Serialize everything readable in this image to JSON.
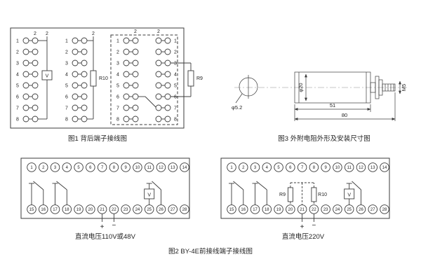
{
  "page": {
    "bg": "#ffffff",
    "ink": "#3b3b3b"
  },
  "fig1": {
    "caption": "图1  背后端子接线图",
    "terminal_numbers": [
      "1",
      "2",
      "3",
      "4",
      "5",
      "6",
      "7",
      "8"
    ],
    "wire_label": "2",
    "voltmeter_label": "V",
    "r10_label": "R10",
    "r9_label": "R9"
  },
  "fig3": {
    "caption": "图3  外附电阻外形及安装尺寸图",
    "hole_diameter": "φ5.2",
    "body_diameter": "φ20",
    "body_length": "51",
    "overall_length": "80",
    "thread_spec": "M5"
  },
  "fig2": {
    "caption": "图2  BY-4E前接线端子接线图",
    "top_terminal_numbers": [
      "1",
      "2",
      "3",
      "4",
      "5",
      "6",
      "7",
      "8",
      "9",
      "10",
      "11",
      "12",
      "13",
      "14"
    ],
    "bottom_terminal_numbers": [
      "15",
      "16",
      "17",
      "18",
      "19",
      "20",
      "21",
      "22",
      "23",
      "24",
      "25",
      "26",
      "27",
      "28"
    ],
    "left": {
      "caption": "直流电压110V或48V",
      "voltmeter_label": "V",
      "plus_label": "+",
      "minus_label": "−"
    },
    "right": {
      "caption": "直流电压220V",
      "voltmeter_label": "V",
      "r9_label": "R9",
      "r10_label": "R10",
      "plus_label": "+",
      "minus_label": "−"
    }
  }
}
